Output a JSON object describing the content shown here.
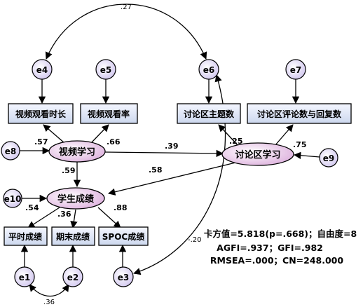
{
  "observed": {
    "watch_duration": "视频观看时长",
    "watch_rate": "视频观看率",
    "topic_count": "讨论区主题数",
    "reply_count": "讨论区评论数与回复数",
    "usual_score": "平时成绩",
    "final_score": "期末成绩",
    "spoc_score": "SPOC成绩"
  },
  "latent": {
    "video_learning": "视频学习",
    "discussion_learning": "讨论区学习",
    "student_score": "学生成绩"
  },
  "errors": [
    "e1",
    "e2",
    "e3",
    "e4",
    "e5",
    "e6",
    "e7",
    "e8",
    "e9",
    "e10"
  ],
  "coefficients": {
    "e4_e6": ".27",
    "video_to_duration": ".57",
    "video_to_rate": ".66",
    "video_to_discussion": ".39",
    "discussion_to_topic": ".25",
    "discussion_to_reply": ".75",
    "video_to_score": ".59",
    "discussion_to_score": ".58",
    "score_to_usual": ".54",
    "score_to_final": ".36",
    "score_to_spoc": ".88",
    "e1_e2": ".36",
    "e3_e6": "-.20"
  },
  "fit_stats": {
    "line1": "卡方值=5.818(p=.668)；自由度=8",
    "line2": "AGFI=.937；GFI=.982",
    "line3": "RMSEA=.000；CN=248.000"
  },
  "colors": {
    "box_fill_top": "#eef2ff",
    "box_fill_bottom": "#cdd8ee",
    "latent_fill": "#ecc6ec",
    "error_fill": "#e6e0f6"
  }
}
